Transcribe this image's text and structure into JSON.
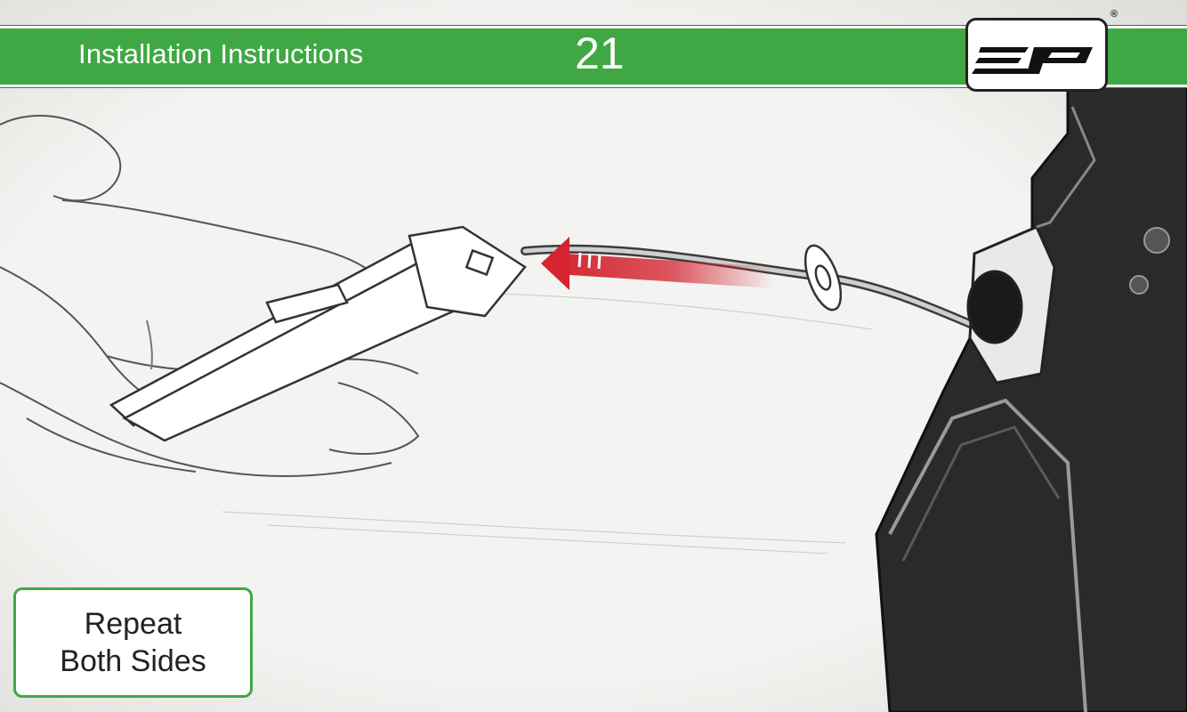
{
  "header": {
    "title": "Installation Instructions",
    "page_number": "21",
    "logo_icon": "ep-logo-icon",
    "registered_mark": "®",
    "accent_color": "#3fa844"
  },
  "illustration": {
    "subject": "hand-holding-connector-illustration",
    "arrow_icon": "red-arrow-left-icon",
    "arrow_color": "#d4242f"
  },
  "note": {
    "line1": "Repeat",
    "line2": "Both Sides",
    "border_color": "#3fa844"
  }
}
